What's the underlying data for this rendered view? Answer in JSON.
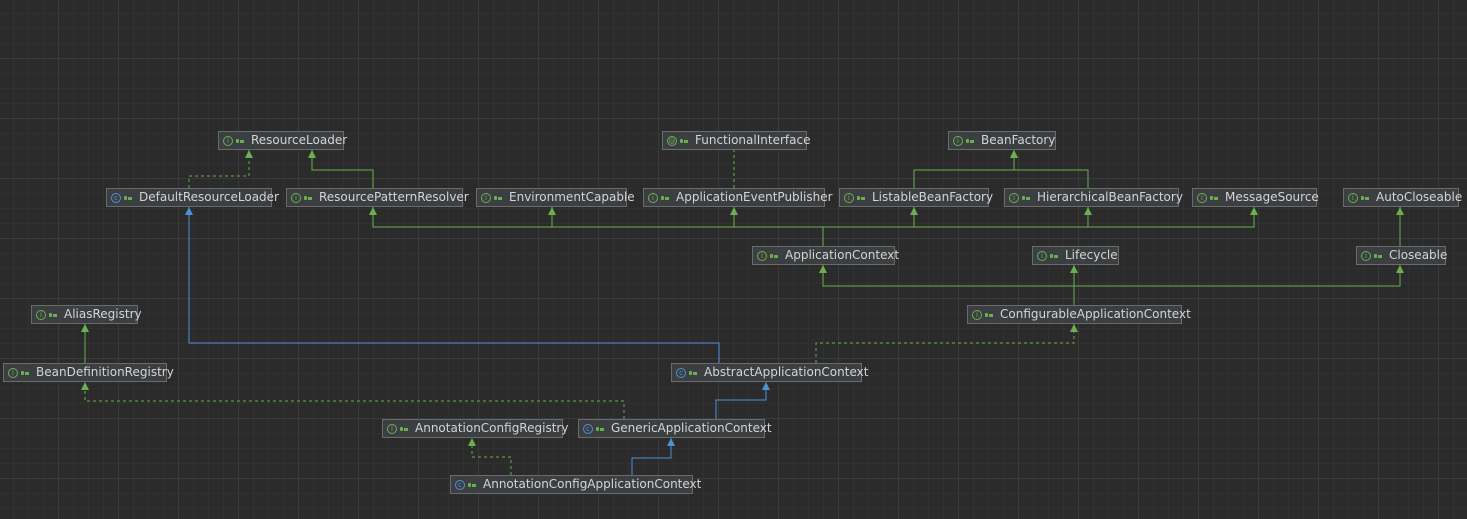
{
  "colors": {
    "background": "#2b2b2b",
    "implements": "#6aaf50",
    "extends": "#4f8fd8",
    "node_border": "#6b6b6b",
    "node_text": "#d4d4d4"
  },
  "nodes": {
    "ResourceLoader": {
      "label": "ResourceLoader",
      "kind": "interface",
      "icon": "interface-icon"
    },
    "FunctionalInterface": {
      "label": "FunctionalInterface",
      "kind": "annotation",
      "icon": "annotation-icon"
    },
    "BeanFactory": {
      "label": "BeanFactory",
      "kind": "interface",
      "icon": "interface-icon"
    },
    "DefaultResourceLoader": {
      "label": "DefaultResourceLoader",
      "kind": "class",
      "icon": "class-icon"
    },
    "ResourcePatternResolver": {
      "label": "ResourcePatternResolver",
      "kind": "interface",
      "icon": "interface-icon"
    },
    "EnvironmentCapable": {
      "label": "EnvironmentCapable",
      "kind": "interface",
      "icon": "interface-icon"
    },
    "ApplicationEventPublisher": {
      "label": "ApplicationEventPublisher",
      "kind": "interface",
      "icon": "interface-icon"
    },
    "ListableBeanFactory": {
      "label": "ListableBeanFactory",
      "kind": "interface",
      "icon": "interface-icon"
    },
    "HierarchicalBeanFactory": {
      "label": "HierarchicalBeanFactory",
      "kind": "interface",
      "icon": "interface-icon"
    },
    "MessageSource": {
      "label": "MessageSource",
      "kind": "interface",
      "icon": "interface-icon"
    },
    "AutoCloseable": {
      "label": "AutoCloseable",
      "kind": "interface",
      "icon": "interface-icon"
    },
    "ApplicationContext": {
      "label": "ApplicationContext",
      "kind": "interface",
      "icon": "interface-icon"
    },
    "Lifecycle": {
      "label": "Lifecycle",
      "kind": "interface",
      "icon": "interface-icon"
    },
    "Closeable": {
      "label": "Closeable",
      "kind": "interface",
      "icon": "interface-icon"
    },
    "AliasRegistry": {
      "label": "AliasRegistry",
      "kind": "interface",
      "icon": "interface-icon"
    },
    "ConfigurableApplicationContext": {
      "label": "ConfigurableApplicationContext",
      "kind": "interface",
      "icon": "interface-icon"
    },
    "BeanDefinitionRegistry": {
      "label": "BeanDefinitionRegistry",
      "kind": "interface",
      "icon": "interface-icon"
    },
    "AbstractApplicationContext": {
      "label": "AbstractApplicationContext",
      "kind": "class",
      "icon": "class-icon"
    },
    "AnnotationConfigRegistry": {
      "label": "AnnotationConfigRegistry",
      "kind": "interface",
      "icon": "interface-icon"
    },
    "GenericApplicationContext": {
      "label": "GenericApplicationContext",
      "kind": "class",
      "icon": "class-icon"
    },
    "AnnotationConfigApplicationContext": {
      "label": "AnnotationConfigApplicationContext",
      "kind": "class",
      "icon": "class-icon"
    }
  },
  "edges": [
    {
      "from": "DefaultResourceLoader",
      "to": "ResourceLoader",
      "type": "implements"
    },
    {
      "from": "ResourcePatternResolver",
      "to": "ResourceLoader",
      "type": "extends-interface"
    },
    {
      "from": "ApplicationEventPublisher",
      "to": "FunctionalInterface",
      "type": "annotated"
    },
    {
      "from": "ListableBeanFactory",
      "to": "BeanFactory",
      "type": "extends-interface"
    },
    {
      "from": "HierarchicalBeanFactory",
      "to": "BeanFactory",
      "type": "extends-interface"
    },
    {
      "from": "ApplicationContext",
      "to": "ResourcePatternResolver",
      "type": "extends-interface"
    },
    {
      "from": "ApplicationContext",
      "to": "EnvironmentCapable",
      "type": "extends-interface"
    },
    {
      "from": "ApplicationContext",
      "to": "ApplicationEventPublisher",
      "type": "extends-interface"
    },
    {
      "from": "ApplicationContext",
      "to": "ListableBeanFactory",
      "type": "extends-interface"
    },
    {
      "from": "ApplicationContext",
      "to": "HierarchicalBeanFactory",
      "type": "extends-interface"
    },
    {
      "from": "ApplicationContext",
      "to": "MessageSource",
      "type": "extends-interface"
    },
    {
      "from": "Closeable",
      "to": "AutoCloseable",
      "type": "extends-interface"
    },
    {
      "from": "ConfigurableApplicationContext",
      "to": "ApplicationContext",
      "type": "extends-interface"
    },
    {
      "from": "ConfigurableApplicationContext",
      "to": "Lifecycle",
      "type": "extends-interface"
    },
    {
      "from": "ConfigurableApplicationContext",
      "to": "Closeable",
      "type": "extends-interface"
    },
    {
      "from": "BeanDefinitionRegistry",
      "to": "AliasRegistry",
      "type": "extends-interface"
    },
    {
      "from": "AbstractApplicationContext",
      "to": "DefaultResourceLoader",
      "type": "extends"
    },
    {
      "from": "AbstractApplicationContext",
      "to": "ConfigurableApplicationContext",
      "type": "implements"
    },
    {
      "from": "GenericApplicationContext",
      "to": "AbstractApplicationContext",
      "type": "extends"
    },
    {
      "from": "GenericApplicationContext",
      "to": "BeanDefinitionRegistry",
      "type": "implements"
    },
    {
      "from": "AnnotationConfigApplicationContext",
      "to": "GenericApplicationContext",
      "type": "extends"
    },
    {
      "from": "AnnotationConfigApplicationContext",
      "to": "AnnotationConfigRegistry",
      "type": "implements"
    }
  ]
}
